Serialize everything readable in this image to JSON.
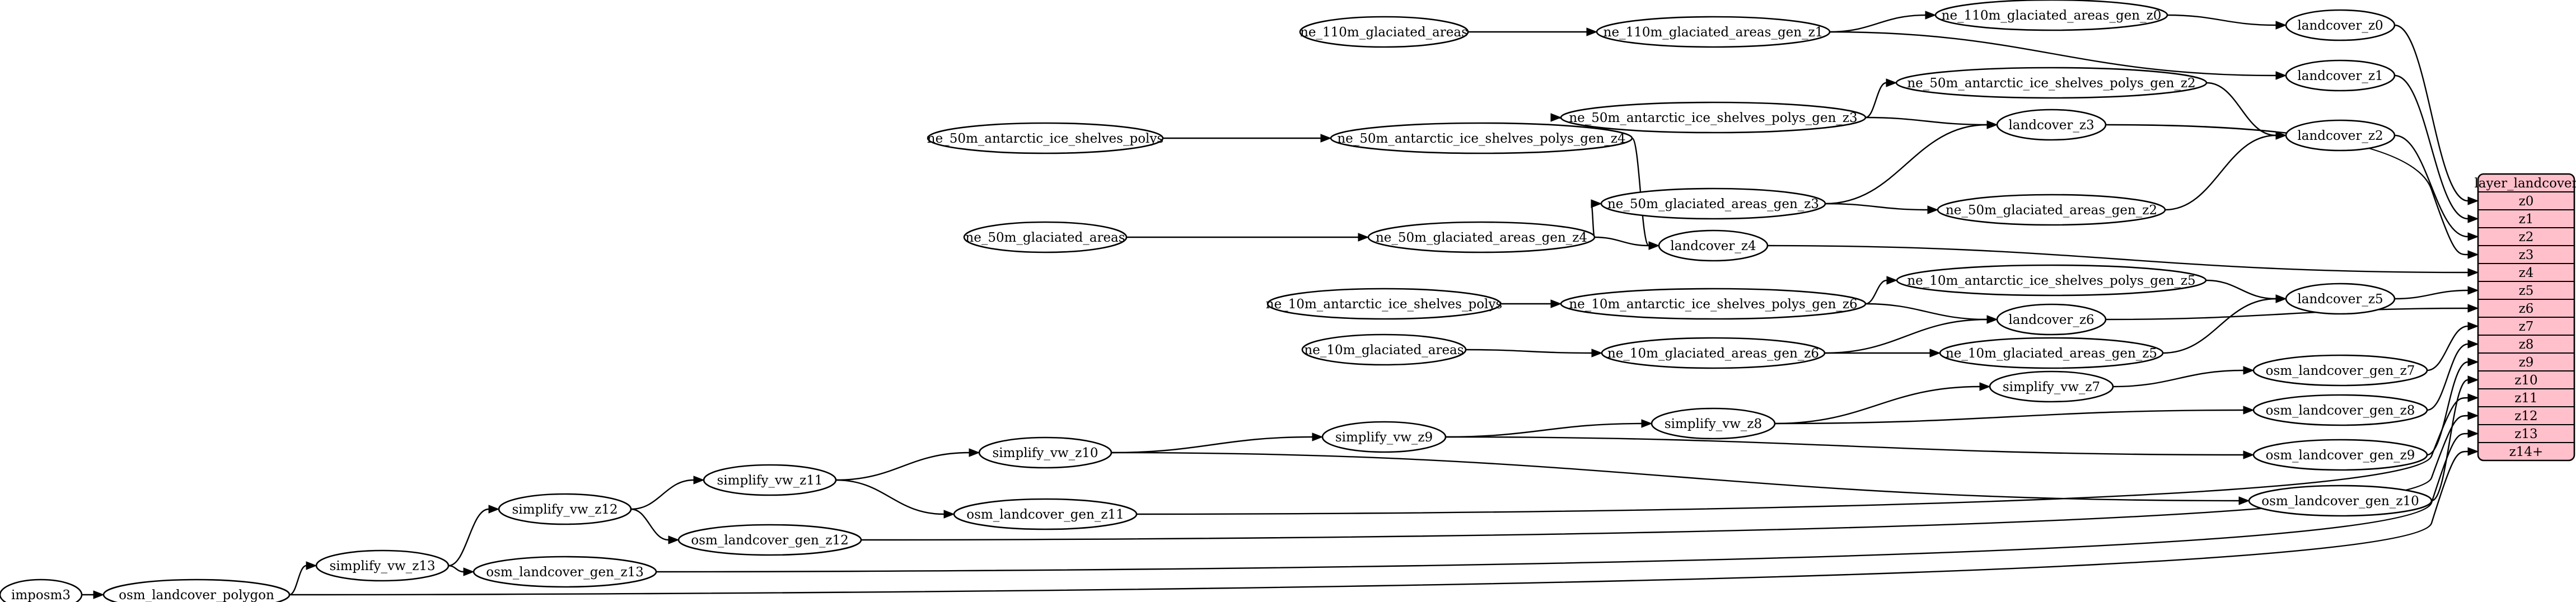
{
  "graph": {
    "nodes": [
      {
        "id": "ne_110m_glaciated_areas",
        "label": "ne_110m_glaciated_areas"
      },
      {
        "id": "ne_110m_glaciated_areas_gen_z1",
        "label": "ne_110m_glaciated_areas_gen_z1"
      },
      {
        "id": "ne_110m_glaciated_areas_gen_z0",
        "label": "ne_110m_glaciated_areas_gen_z0"
      },
      {
        "id": "landcover_z0",
        "label": "landcover_z0"
      },
      {
        "id": "landcover_z1",
        "label": "landcover_z1"
      },
      {
        "id": "ne_50m_antarctic_ice_shelves_polys_gen_z2",
        "label": "ne_50m_antarctic_ice_shelves_polys_gen_z2"
      },
      {
        "id": "ne_50m_antarctic_ice_shelves_polys",
        "label": "ne_50m_antarctic_ice_shelves_polys"
      },
      {
        "id": "ne_50m_antarctic_ice_shelves_polys_gen_z4",
        "label": "ne_50m_antarctic_ice_shelves_polys_gen_z4"
      },
      {
        "id": "ne_50m_antarctic_ice_shelves_polys_gen_z3",
        "label": "ne_50m_antarctic_ice_shelves_polys_gen_z3"
      },
      {
        "id": "landcover_z3",
        "label": "landcover_z3"
      },
      {
        "id": "landcover_z2",
        "label": "landcover_z2"
      },
      {
        "id": "ne_50m_glaciated_areas_gen_z3",
        "label": "ne_50m_glaciated_areas_gen_z3"
      },
      {
        "id": "ne_50m_glaciated_areas_gen_z2",
        "label": "ne_50m_glaciated_areas_gen_z2"
      },
      {
        "id": "ne_50m_glaciated_areas",
        "label": "ne_50m_glaciated_areas"
      },
      {
        "id": "ne_50m_glaciated_areas_gen_z4",
        "label": "ne_50m_glaciated_areas_gen_z4"
      },
      {
        "id": "landcover_z4",
        "label": "landcover_z4"
      },
      {
        "id": "ne_10m_antarctic_ice_shelves_polys_gen_z5",
        "label": "ne_10m_antarctic_ice_shelves_polys_gen_z5"
      },
      {
        "id": "ne_10m_antarctic_ice_shelves_polys",
        "label": "ne_10m_antarctic_ice_shelves_polys"
      },
      {
        "id": "ne_10m_antarctic_ice_shelves_polys_gen_z6",
        "label": "ne_10m_antarctic_ice_shelves_polys_gen_z6"
      },
      {
        "id": "landcover_z5",
        "label": "landcover_z5"
      },
      {
        "id": "landcover_z6",
        "label": "landcover_z6"
      },
      {
        "id": "ne_10m_glaciated_areas",
        "label": "ne_10m_glaciated_areas"
      },
      {
        "id": "ne_10m_glaciated_areas_gen_z6",
        "label": "ne_10m_glaciated_areas_gen_z6"
      },
      {
        "id": "ne_10m_glaciated_areas_gen_z5",
        "label": "ne_10m_glaciated_areas_gen_z5"
      },
      {
        "id": "osm_landcover_gen_z7",
        "label": "osm_landcover_gen_z7"
      },
      {
        "id": "simplify_vw_z7",
        "label": "simplify_vw_z7"
      },
      {
        "id": "osm_landcover_gen_z8",
        "label": "osm_landcover_gen_z8"
      },
      {
        "id": "simplify_vw_z8",
        "label": "simplify_vw_z8"
      },
      {
        "id": "simplify_vw_z9",
        "label": "simplify_vw_z9"
      },
      {
        "id": "osm_landcover_gen_z9",
        "label": "osm_landcover_gen_z9"
      },
      {
        "id": "simplify_vw_z10",
        "label": "simplify_vw_z10"
      },
      {
        "id": "osm_landcover_gen_z10",
        "label": "osm_landcover_gen_z10"
      },
      {
        "id": "simplify_vw_z11",
        "label": "simplify_vw_z11"
      },
      {
        "id": "osm_landcover_gen_z11",
        "label": "osm_landcover_gen_z11"
      },
      {
        "id": "simplify_vw_z12",
        "label": "simplify_vw_z12"
      },
      {
        "id": "osm_landcover_gen_z12",
        "label": "osm_landcover_gen_z12"
      },
      {
        "id": "simplify_vw_z13",
        "label": "simplify_vw_z13"
      },
      {
        "id": "osm_landcover_gen_z13",
        "label": "osm_landcover_gen_z13"
      },
      {
        "id": "imposm3",
        "label": "imposm3"
      },
      {
        "id": "osm_landcover_polygon",
        "label": "osm_landcover_polygon"
      }
    ],
    "layer": {
      "id": "layer_landcover",
      "title": "layer_landcover",
      "fields": [
        "z0",
        "z1",
        "z2",
        "z3",
        "z4",
        "z5",
        "z6",
        "z7",
        "z8",
        "z9",
        "z10",
        "z11",
        "z12",
        "z13",
        "z14+"
      ],
      "fill_color": "#ffc0cb",
      "stroke_color": "#000000"
    },
    "edges": [
      {
        "from": "ne_110m_glaciated_areas",
        "to": "ne_110m_glaciated_areas_gen_z1"
      },
      {
        "from": "ne_110m_glaciated_areas_gen_z1",
        "to": "ne_110m_glaciated_areas_gen_z0"
      },
      {
        "from": "ne_110m_glaciated_areas_gen_z1",
        "to": "landcover_z1"
      },
      {
        "from": "ne_110m_glaciated_areas_gen_z0",
        "to": "landcover_z0"
      },
      {
        "from": "ne_50m_antarctic_ice_shelves_polys",
        "to": "ne_50m_antarctic_ice_shelves_polys_gen_z4"
      },
      {
        "from": "ne_50m_antarctic_ice_shelves_polys_gen_z4",
        "to": "ne_50m_antarctic_ice_shelves_polys_gen_z3"
      },
      {
        "from": "ne_50m_antarctic_ice_shelves_polys_gen_z4",
        "to": "landcover_z4"
      },
      {
        "from": "ne_50m_antarctic_ice_shelves_polys_gen_z3",
        "to": "ne_50m_antarctic_ice_shelves_polys_gen_z2"
      },
      {
        "from": "ne_50m_antarctic_ice_shelves_polys_gen_z3",
        "to": "landcover_z3"
      },
      {
        "from": "ne_50m_antarctic_ice_shelves_polys_gen_z2",
        "to": "landcover_z2"
      },
      {
        "from": "ne_50m_glaciated_areas",
        "to": "ne_50m_glaciated_areas_gen_z4"
      },
      {
        "from": "ne_50m_glaciated_areas_gen_z4",
        "to": "ne_50m_glaciated_areas_gen_z3"
      },
      {
        "from": "ne_50m_glaciated_areas_gen_z4",
        "to": "landcover_z4"
      },
      {
        "from": "ne_50m_glaciated_areas_gen_z3",
        "to": "landcover_z3"
      },
      {
        "from": "ne_50m_glaciated_areas_gen_z3",
        "to": "ne_50m_glaciated_areas_gen_z2"
      },
      {
        "from": "ne_50m_glaciated_areas_gen_z2",
        "to": "landcover_z2"
      },
      {
        "from": "ne_10m_antarctic_ice_shelves_polys",
        "to": "ne_10m_antarctic_ice_shelves_polys_gen_z6"
      },
      {
        "from": "ne_10m_antarctic_ice_shelves_polys_gen_z6",
        "to": "ne_10m_antarctic_ice_shelves_polys_gen_z5"
      },
      {
        "from": "ne_10m_antarctic_ice_shelves_polys_gen_z6",
        "to": "landcover_z6"
      },
      {
        "from": "ne_10m_antarctic_ice_shelves_polys_gen_z5",
        "to": "landcover_z5"
      },
      {
        "from": "ne_10m_glaciated_areas",
        "to": "ne_10m_glaciated_areas_gen_z6"
      },
      {
        "from": "ne_10m_glaciated_areas_gen_z6",
        "to": "landcover_z6"
      },
      {
        "from": "ne_10m_glaciated_areas_gen_z6",
        "to": "ne_10m_glaciated_areas_gen_z5"
      },
      {
        "from": "ne_10m_glaciated_areas_gen_z5",
        "to": "landcover_z5"
      },
      {
        "from": "imposm3",
        "to": "osm_landcover_polygon"
      },
      {
        "from": "osm_landcover_polygon",
        "to": "simplify_vw_z13"
      },
      {
        "from": "simplify_vw_z13",
        "to": "simplify_vw_z12"
      },
      {
        "from": "simplify_vw_z13",
        "to": "osm_landcover_gen_z13"
      },
      {
        "from": "simplify_vw_z12",
        "to": "simplify_vw_z11"
      },
      {
        "from": "simplify_vw_z12",
        "to": "osm_landcover_gen_z12"
      },
      {
        "from": "simplify_vw_z11",
        "to": "simplify_vw_z10"
      },
      {
        "from": "simplify_vw_z11",
        "to": "osm_landcover_gen_z11"
      },
      {
        "from": "simplify_vw_z10",
        "to": "simplify_vw_z9"
      },
      {
        "from": "simplify_vw_z10",
        "to": "osm_landcover_gen_z10"
      },
      {
        "from": "simplify_vw_z9",
        "to": "simplify_vw_z8"
      },
      {
        "from": "simplify_vw_z9",
        "to": "osm_landcover_gen_z9"
      },
      {
        "from": "simplify_vw_z8",
        "to": "simplify_vw_z7"
      },
      {
        "from": "simplify_vw_z8",
        "to": "osm_landcover_gen_z8"
      },
      {
        "from": "simplify_vw_z7",
        "to": "osm_landcover_gen_z7"
      },
      {
        "from": "landcover_z0",
        "to": "layer_landcover",
        "port": "z0"
      },
      {
        "from": "landcover_z1",
        "to": "layer_landcover",
        "port": "z1"
      },
      {
        "from": "landcover_z2",
        "to": "layer_landcover",
        "port": "z2"
      },
      {
        "from": "landcover_z3",
        "to": "layer_landcover",
        "port": "z3"
      },
      {
        "from": "landcover_z4",
        "to": "layer_landcover",
        "port": "z4"
      },
      {
        "from": "landcover_z5",
        "to": "layer_landcover",
        "port": "z5"
      },
      {
        "from": "landcover_z6",
        "to": "layer_landcover",
        "port": "z6"
      },
      {
        "from": "osm_landcover_gen_z7",
        "to": "layer_landcover",
        "port": "z7"
      },
      {
        "from": "osm_landcover_gen_z8",
        "to": "layer_landcover",
        "port": "z8"
      },
      {
        "from": "osm_landcover_gen_z9",
        "to": "layer_landcover",
        "port": "z9"
      },
      {
        "from": "osm_landcover_gen_z10",
        "to": "layer_landcover",
        "port": "z10"
      },
      {
        "from": "osm_landcover_gen_z11",
        "to": "layer_landcover",
        "port": "z11"
      },
      {
        "from": "osm_landcover_gen_z12",
        "to": "layer_landcover",
        "port": "z12"
      },
      {
        "from": "osm_landcover_gen_z13",
        "to": "layer_landcover",
        "port": "z13"
      },
      {
        "from": "osm_landcover_polygon",
        "to": "layer_landcover",
        "port": "z14+"
      }
    ]
  }
}
